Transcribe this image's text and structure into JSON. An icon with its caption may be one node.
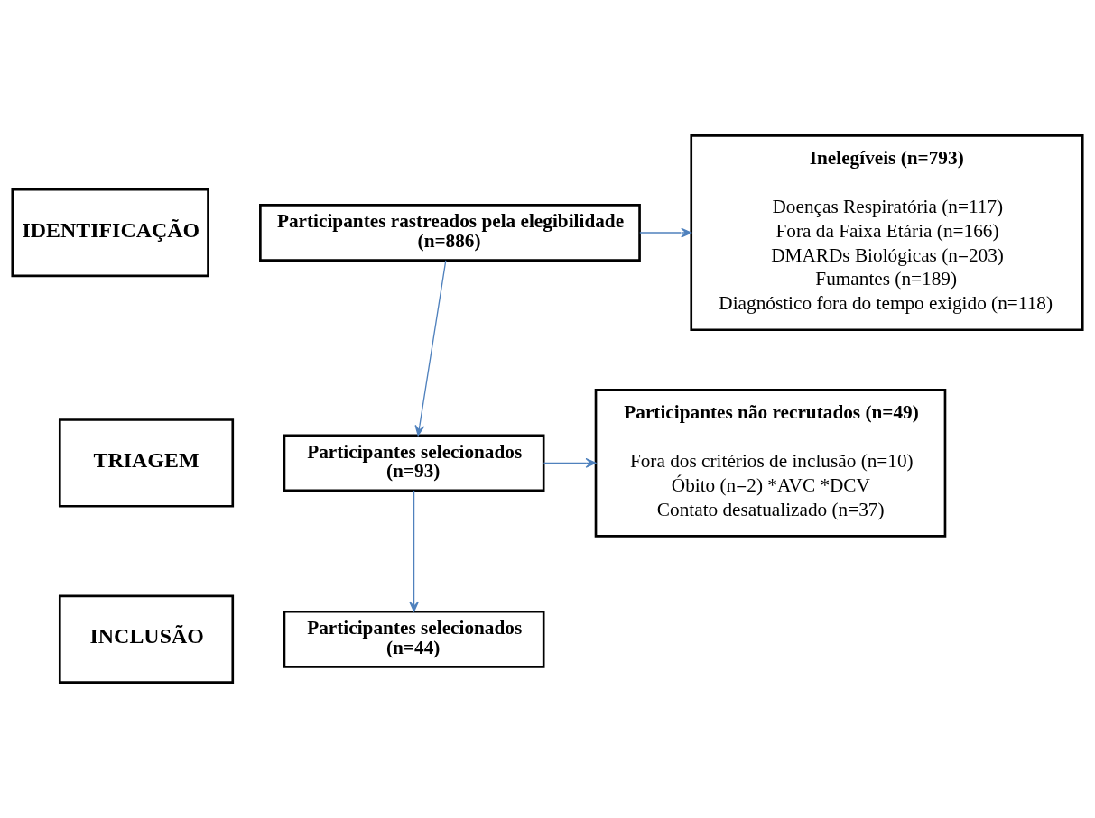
{
  "diagram": {
    "nodes": [
      {
        "text": [
          "IDENTIFICAÇÃO"
        ]
      },
      {
        "text": [
          "TRIAGEM"
        ]
      },
      {
        "text": [
          "INCLUSÃO"
        ]
      },
      {
        "text": [
          "Participantes rastreados pela elegibilidade (n=886)"
        ]
      },
      {
        "text": [
          "Inelegíveis (n=793)",
          "Doenças Respiratória (n=117)",
          "Fora da Faixa Etária (n=166)",
          "DMARDs Biológicas (n=203)",
          "Fumantes (n=189)",
          "Diagnóstico fora do tempo exigido (n=118)"
        ]
      },
      {
        "text": [
          "Participantes selecionados (n=93)"
        ]
      },
      {
        "text": [
          "Participantes não recrutados (n=49)",
          "Fora dos critérios de inclusão (n=10)",
          "Óbito (n=2) *AVC *DCV",
          "Contato desatualizado (n=37)"
        ]
      },
      {
        "text": [
          "Participantes selecionados (n=44)"
        ]
      }
    ],
    "edges": [
      {
        "from": 3,
        "to": 5,
        "arrow": "to"
      },
      {
        "from": 3,
        "to": 4,
        "arrow": "to"
      },
      {
        "from": 5,
        "to": 7,
        "arrow": "to"
      },
      {
        "from": 5,
        "to": 6,
        "arrow": "to"
      }
    ]
  }
}
